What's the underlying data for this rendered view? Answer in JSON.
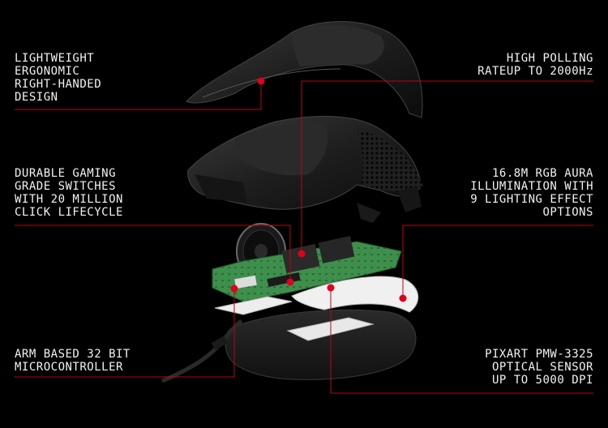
{
  "colors": {
    "background": "#000000",
    "text": "#f2f2f2",
    "accent": "#e0001b",
    "shell": "#1c1c1c",
    "pcb": "#3f8f4c",
    "light_guide": "#f0f0f0"
  },
  "callouts": {
    "lightweight": {
      "lines": [
        "LIGHTWEIGHT",
        "ERGONOMIC",
        "RIGHT-HANDED",
        "DESIGN"
      ]
    },
    "polling": {
      "lines": [
        "HIGH POLLING",
        "RATEUP TO 2000Hz"
      ]
    },
    "switches": {
      "lines": [
        "DURABLE GAMING",
        "GRADE SWITCHES",
        "WITH 20 MILLION",
        "CLICK LIFECYCLE"
      ]
    },
    "rgb": {
      "lines": [
        "16.8M RGB AURA",
        "ILLUMINATION WITH",
        "9 LIGHTING EFFECT",
        "OPTIONS"
      ]
    },
    "arm": {
      "lines": [
        "ARM BASED 32 BIT",
        "MICROCONTROLLER"
      ]
    },
    "sensor": {
      "lines": [
        "PIXART PMW-3325",
        "OPTICAL SENSOR",
        "UP TO 5000 DPI"
      ]
    }
  },
  "icons": {
    "marker": "callout-dot-icon",
    "top_shell": "mouse-top-shell-icon",
    "mid_shell": "mouse-mid-shell-icon",
    "pcb": "circuit-board-icon",
    "scroll_wheel": "scroll-wheel-icon",
    "light_guide": "light-guide-icon",
    "base": "mouse-base-icon",
    "cable": "cable-icon"
  }
}
